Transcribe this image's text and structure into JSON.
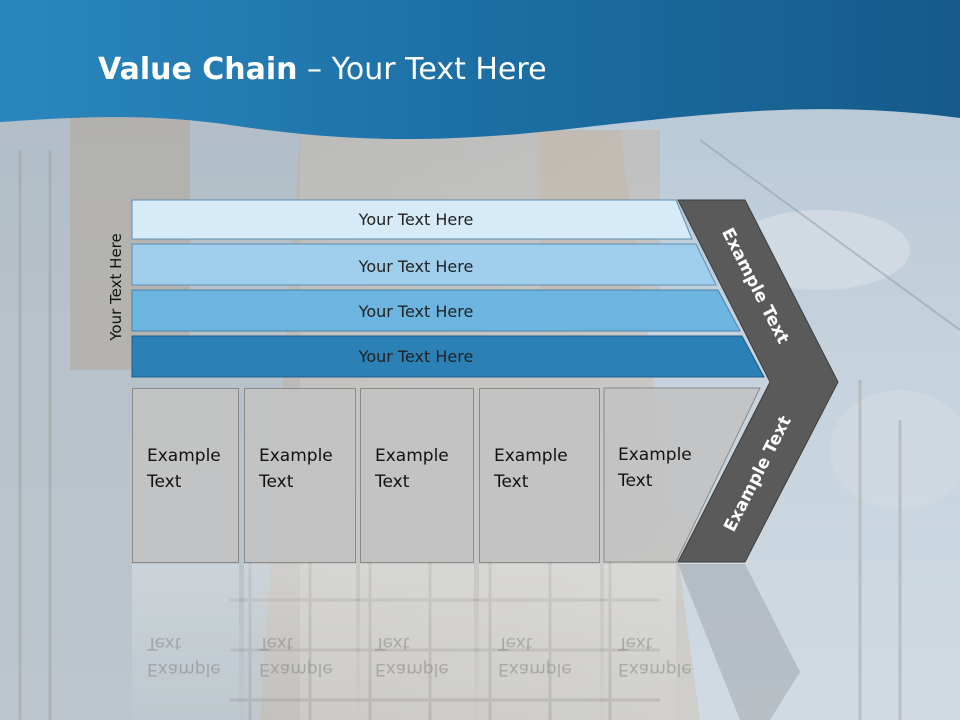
{
  "title": {
    "bold": "Value Chain",
    "rest": " – Your Text Here"
  },
  "side_label": "Your Text Here",
  "bars": [
    {
      "label": "Your Text Here",
      "color": "#d6eaf7"
    },
    {
      "label": "Your Text Here",
      "color": "#9fcfec"
    },
    {
      "label": "Your Text Here",
      "color": "#6bb5e0"
    },
    {
      "label": "Your Text Here",
      "color": "#2b80b5"
    }
  ],
  "chevron_top": "Example Text",
  "chevron_bottom": "Example Text",
  "boxes": [
    {
      "line1": "Example",
      "line2": "Text"
    },
    {
      "line1": "Example",
      "line2": "Text"
    },
    {
      "line1": "Example",
      "line2": "Text"
    },
    {
      "line1": "Example",
      "line2": "Text"
    },
    {
      "line1": "Example",
      "line2": "Text"
    }
  ],
  "colors": {
    "header": "#1a6fa3",
    "chevron": "#5a5a5a",
    "box": "#c3c3c3"
  }
}
